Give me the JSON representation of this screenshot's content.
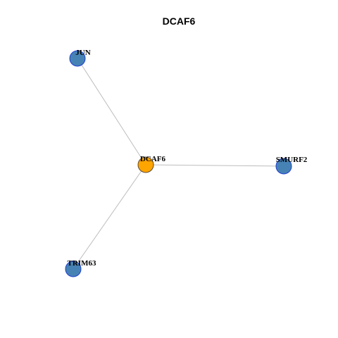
{
  "title": "DCAF6",
  "colors": {
    "hub_fill": "#FFA500",
    "hub_stroke": "#5a4a3a",
    "leaf_fill": "#4682B4",
    "leaf_stroke": "#1f3fd1",
    "edge": "#bdbdbd"
  },
  "nodes": [
    {
      "id": "DCAF6",
      "label": "DCAF6",
      "role": "hub"
    },
    {
      "id": "JUN",
      "label": "JUN",
      "role": "leaf"
    },
    {
      "id": "SMURF2",
      "label": "SMURF2",
      "role": "leaf"
    },
    {
      "id": "TRIM63",
      "label": "TRIM63",
      "role": "leaf"
    }
  ],
  "edges": [
    {
      "source": "DCAF6",
      "target": "JUN"
    },
    {
      "source": "DCAF6",
      "target": "SMURF2"
    },
    {
      "source": "DCAF6",
      "target": "TRIM63"
    }
  ]
}
